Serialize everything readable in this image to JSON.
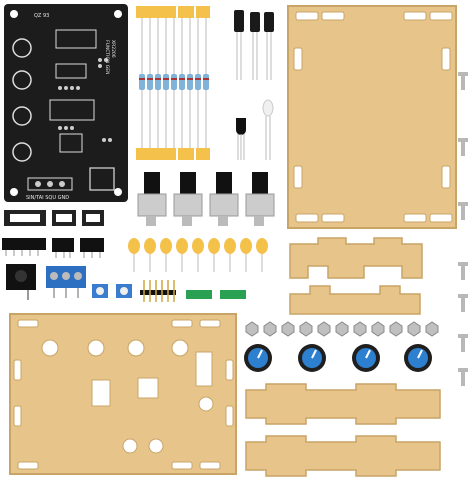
{
  "pcb": {
    "version_label": "QZ 93",
    "bottom_label": "SIN/TAI SQU GND",
    "side_label": "XR2206",
    "side_label_2": "FUNCTION GEN"
  },
  "colors": {
    "pcb": "#1c1c1c",
    "acrylic": "#e6c48a",
    "acrylic_edge": "#c9a467",
    "knob": "#1f1f1f",
    "knob_blue": "#2d7fd0",
    "resistor": "#7fb3d8",
    "capacitor": "#f4c14b",
    "terminal": "#2d6fc0",
    "screw": "#b8b8b8"
  }
}
